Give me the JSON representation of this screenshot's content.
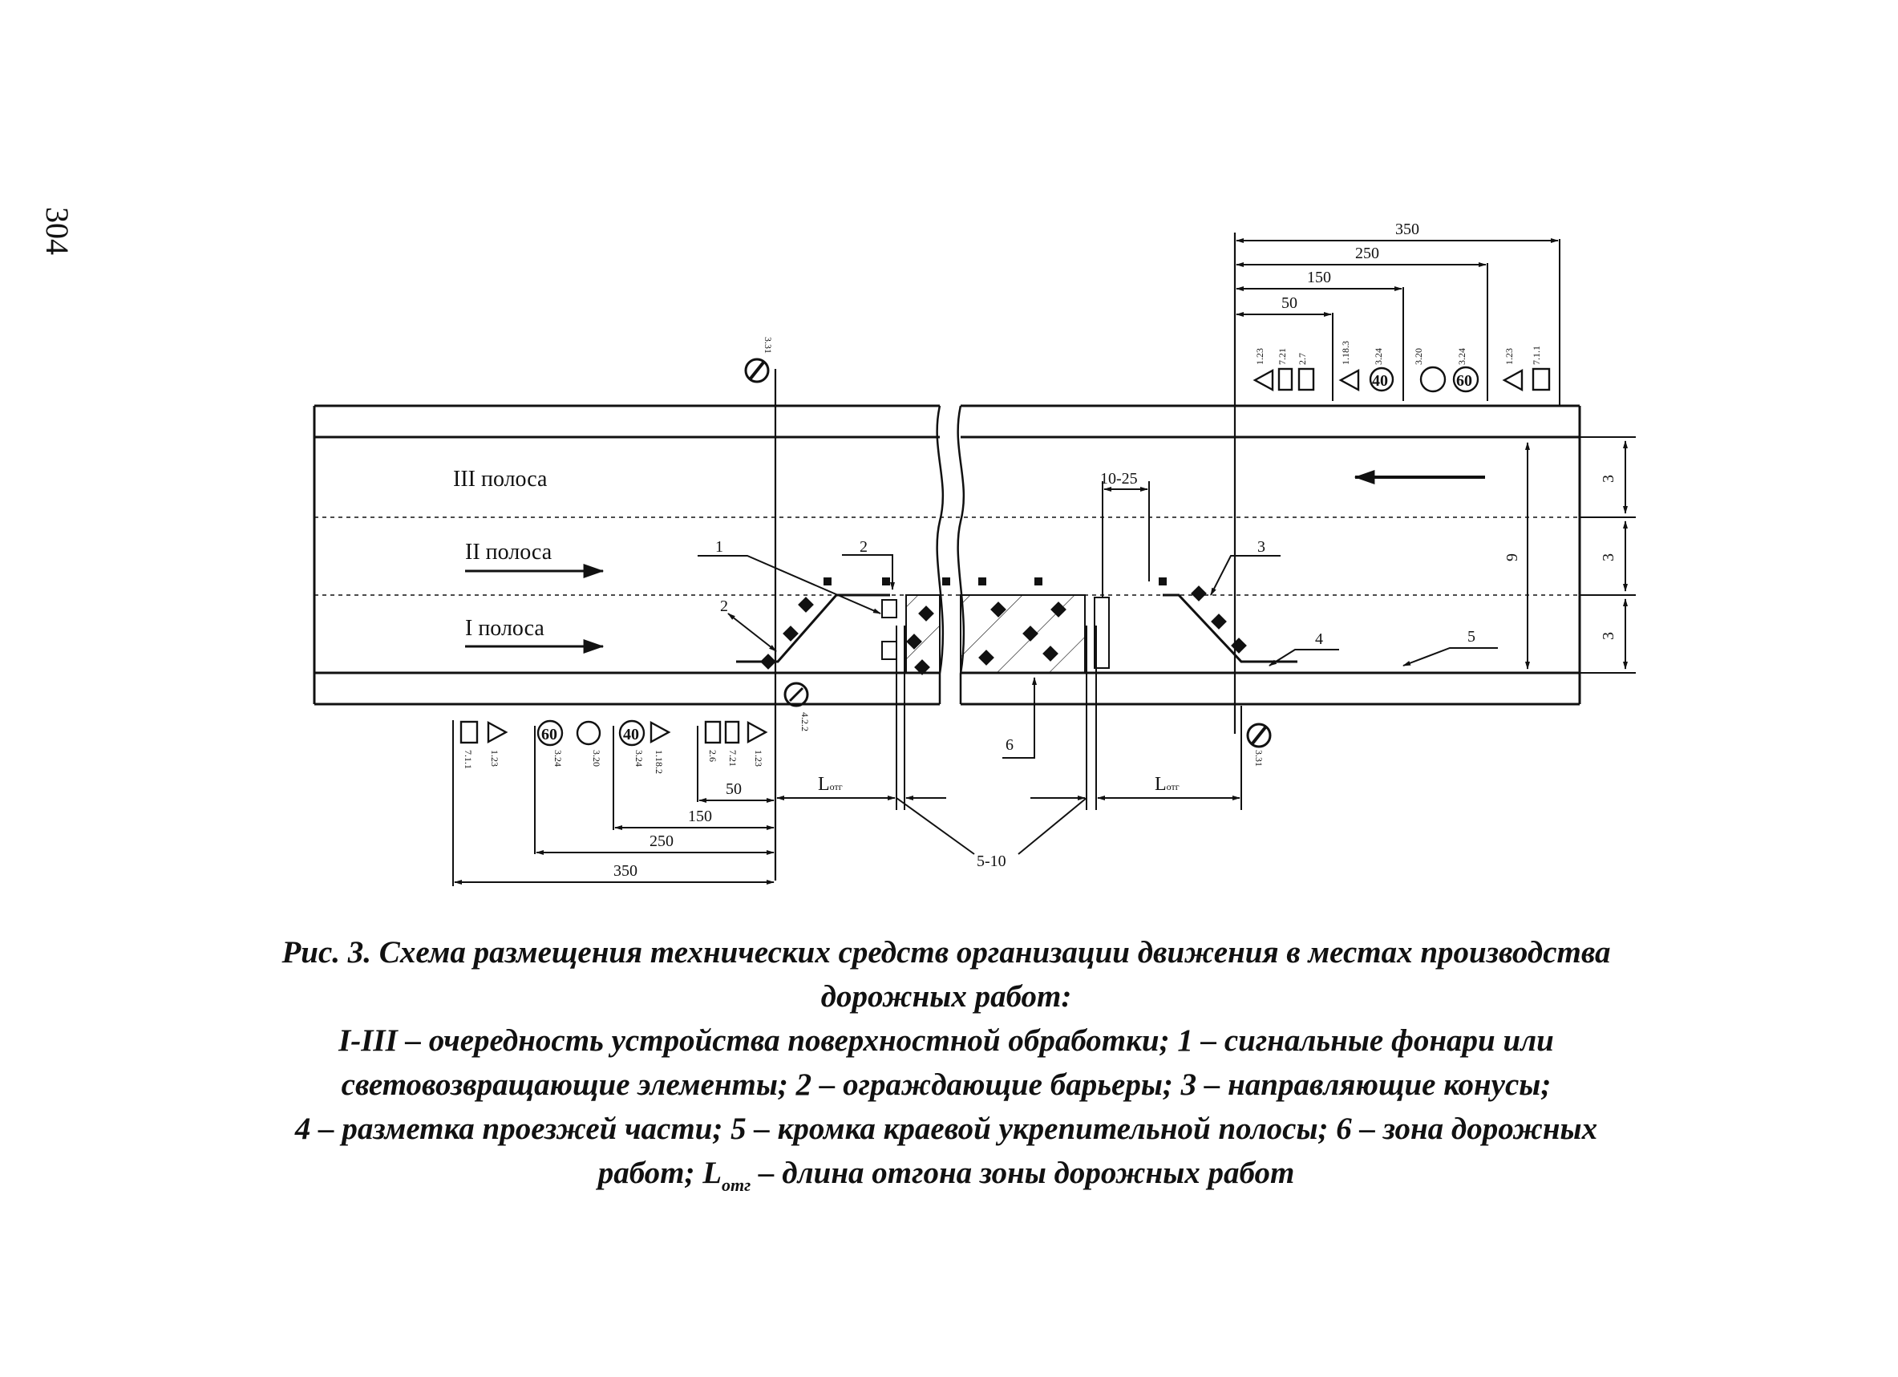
{
  "page_number": "304",
  "colors": {
    "ink": "#111111",
    "paper": "#ffffff"
  },
  "lanes": [
    {
      "label": "III полоса",
      "direction": "left"
    },
    {
      "label": "II полоса",
      "direction": "right"
    },
    {
      "label": "I полоса",
      "direction": "right"
    }
  ],
  "lane_widths": [
    "3",
    "3",
    "3"
  ],
  "total_width": "9",
  "callouts": [
    "1",
    "2",
    "3",
    "4",
    "5",
    "6"
  ],
  "dimensions": {
    "upper": [
      "350",
      "250",
      "150",
      "50"
    ],
    "lower": [
      "50",
      "150",
      "250",
      "350"
    ],
    "gap_10_25": "10-25",
    "gap_5_10": "5-10",
    "l_otg_main": "L",
    "l_otg_sub": "отг",
    "cone_offset": "2"
  },
  "sign_codes": {
    "upper": [
      "1.23",
      "7.21",
      "2.7",
      "1.18.3",
      "3.24",
      "3.20",
      "3.24",
      "1.23",
      "7.1.1"
    ],
    "lower": [
      "7.1.1",
      "1.23",
      "3.24",
      "3.20",
      "3.24",
      "1.18.2",
      "2.6",
      "7.21",
      "1.23"
    ],
    "upper_speed": [
      "40",
      "60"
    ],
    "lower_speed": [
      "60",
      "40"
    ],
    "end_restriction_top": "3.31",
    "end_restriction_bottom": "3.31",
    "detour_sign": "4.2.2"
  },
  "caption": {
    "line1": "Рис. 3. Схема размещения технических средств организации движения в местах производства",
    "line2": "дорожных работ:",
    "line3": "I-III – очередность устройства поверхностной обработки; 1 – сигнальные фонари или",
    "line4": "световозвращающие элементы; 2 – ограждающие барьеры; 3 – направляющие конусы;",
    "line5": "4 – разметка проезжей части; 5 – кромка краевой укрепительной полосы; 6 – зона дорожных",
    "line6_a": "работ; L",
    "line6_sub": "отг",
    "line6_b": " – длина отгона зоны дорожных работ"
  }
}
